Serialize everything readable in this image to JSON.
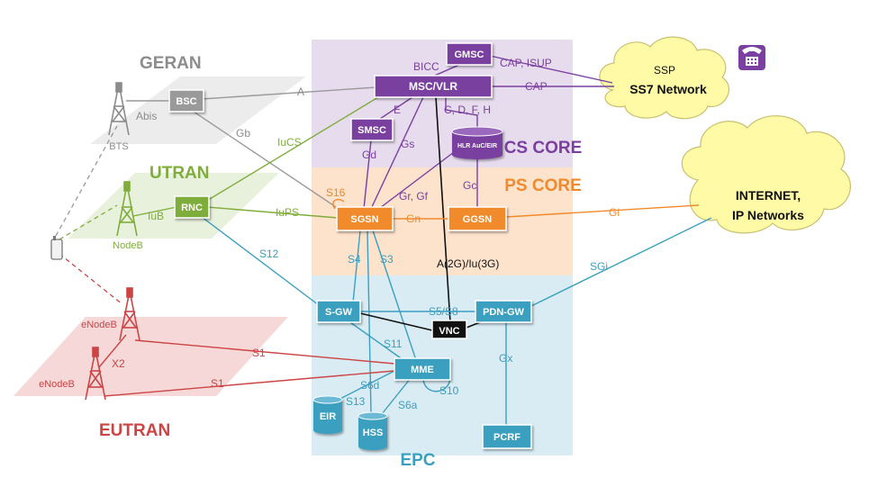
{
  "colors": {
    "geran": "#8c8c8c",
    "utran": "#7fad3b",
    "eutran": "#cc4444",
    "cs": "#7a3fa0",
    "ps": "#f08a2c",
    "epc": "#3a9fc0",
    "black": "#111111"
  },
  "regions": {
    "geran": "GERAN",
    "utran": "UTRAN",
    "eutran": "EUTRAN",
    "cs_core": "CS CORE",
    "ps_core": "PS CORE",
    "epc": "EPC"
  },
  "clouds": {
    "ssp": "SSP",
    "ss7": "SS7 Network",
    "internet_line1": "INTERNET,",
    "internet_line2": "IP Networks"
  },
  "nodes": {
    "gmsc": "GMSC",
    "msc_vlr": "MSC/VLR",
    "smsc": "SMSC",
    "hlr": "HLR AuC/EIR",
    "bsc": "BSC",
    "rnc": "RNC",
    "sgsn": "SGSN",
    "ggsn": "GGSN",
    "sgw": "S-GW",
    "pdngw": "PDN-GW",
    "vnc": "VNC",
    "mme": "MME",
    "eir": "EIR",
    "hss": "HSS",
    "pcrf": "PCRF"
  },
  "antennas": {
    "bts": "BTS",
    "nodeb": "NodeB",
    "enodeb1": "eNodeB",
    "enodeb2": "eNodeB"
  },
  "interfaces": {
    "a": "A",
    "abis": "Abis",
    "gb": "Gb",
    "iucs": "IuCS",
    "iub": "IuB",
    "iups": "IuPS",
    "bicc": "BICC",
    "cap_isup": "CAP, ISUP",
    "cap": "CAP",
    "e": "E",
    "cdfh": "C, D, F, H",
    "gs": "Gs",
    "gd": "Gd",
    "s16": "S16",
    "grgf": "Gr, Gf",
    "gc": "Gc",
    "gn": "Gn",
    "gi": "Gi",
    "a2g_iu3g": "A(2G)/Iu(3G)",
    "s12": "S12",
    "s4": "S4",
    "s3": "S3",
    "sgi": "SGi",
    "s5s8": "S5/S8",
    "s11": "S11",
    "gx": "Gx",
    "s1_top": "S1",
    "s1_bottom": "S1",
    "x2": "X2",
    "s6d": "S6d",
    "s13": "S13",
    "s6a": "S6a",
    "s10": "S10"
  }
}
